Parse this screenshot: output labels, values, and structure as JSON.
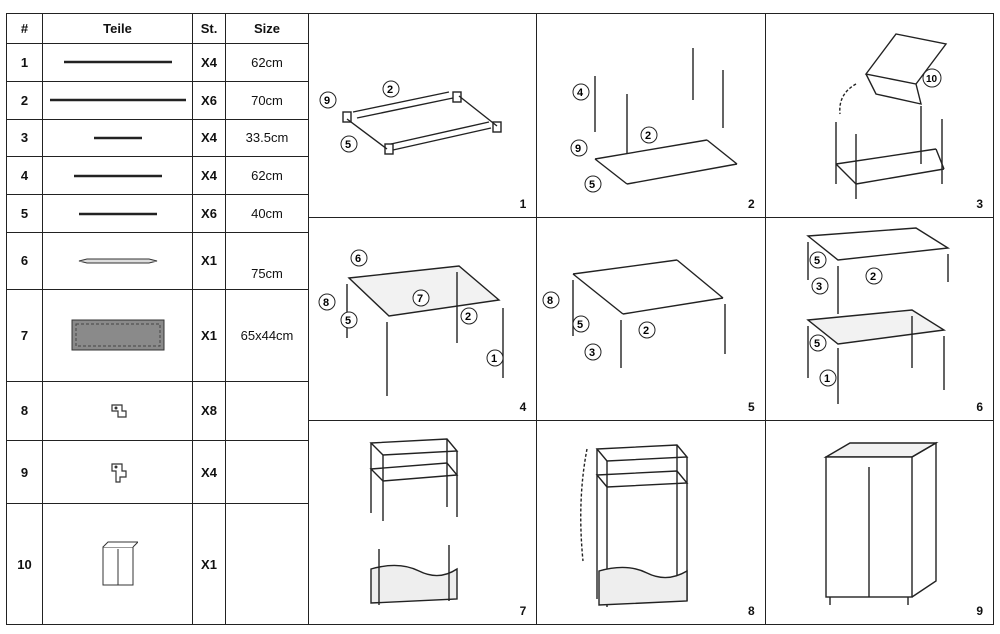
{
  "headers": {
    "num": "#",
    "part": "Teile",
    "qty": "St.",
    "size": "Size"
  },
  "parts": [
    {
      "num": "1",
      "qty": "X4",
      "size": "62cm"
    },
    {
      "num": "2",
      "qty": "X6",
      "size": "70cm"
    },
    {
      "num": "3",
      "qty": "X4",
      "size": "33.5cm"
    },
    {
      "num": "4",
      "qty": "X4",
      "size": "62cm"
    },
    {
      "num": "5",
      "qty": "X6",
      "size": "40cm"
    },
    {
      "num": "6",
      "qty": "X1",
      "size": "75cm"
    },
    {
      "num": "7",
      "qty": "X1",
      "size": "65x44cm"
    },
    {
      "num": "8",
      "qty": "X8",
      "size": ""
    },
    {
      "num": "9",
      "qty": "X4",
      "size": ""
    },
    {
      "num": "10",
      "qty": "X1",
      "size": ""
    }
  ],
  "steps": [
    "1",
    "2",
    "3",
    "4",
    "5",
    "6",
    "7",
    "8",
    "9"
  ]
}
